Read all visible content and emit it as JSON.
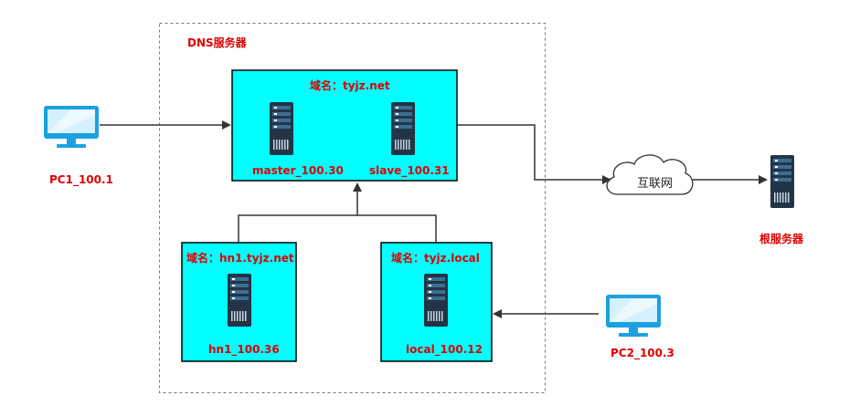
{
  "dns_group": {
    "title": "DNS服务器"
  },
  "master_box": {
    "domain_label": "域名：tyjz.net",
    "master_label": "master_100.30",
    "slave_label": "slave_100.31"
  },
  "hn1_box": {
    "domain_label": "域名：hn1.tyjz.net",
    "server_label": "hn1_100.36"
  },
  "local_box": {
    "domain_label": "域名：tyjz.local",
    "server_label": "local_100.12"
  },
  "pc1": {
    "label": "PC1_100.1"
  },
  "pc2": {
    "label": "PC2_100.3"
  },
  "internet": {
    "label": "互联网"
  },
  "root_server": {
    "label": "根服务器"
  },
  "colors": {
    "box_fill": "#00ffff",
    "label_red": "#e00000",
    "edge": "#333333",
    "monitor": "#1ba1e2",
    "server": "#243447"
  }
}
